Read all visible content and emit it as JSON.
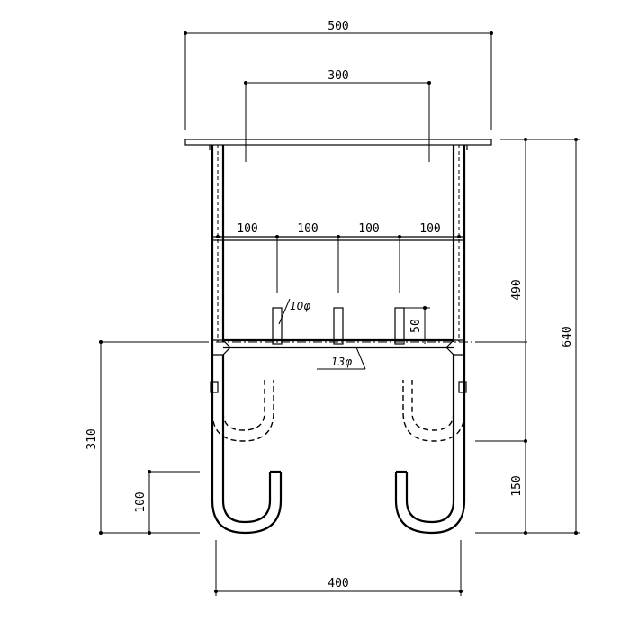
{
  "dimensions": {
    "top_overall": "500",
    "top_inner": "300",
    "spacing_1": "100",
    "spacing_2": "100",
    "spacing_3": "100",
    "spacing_4": "100",
    "bar_length": "50",
    "right_upper": "490",
    "right_overall": "640",
    "right_lower": "150",
    "left_overall": "310",
    "left_hook": "100",
    "bottom_width": "400"
  },
  "labels": {
    "rod_diameter": "10φ",
    "bar_diameter": "13φ"
  }
}
